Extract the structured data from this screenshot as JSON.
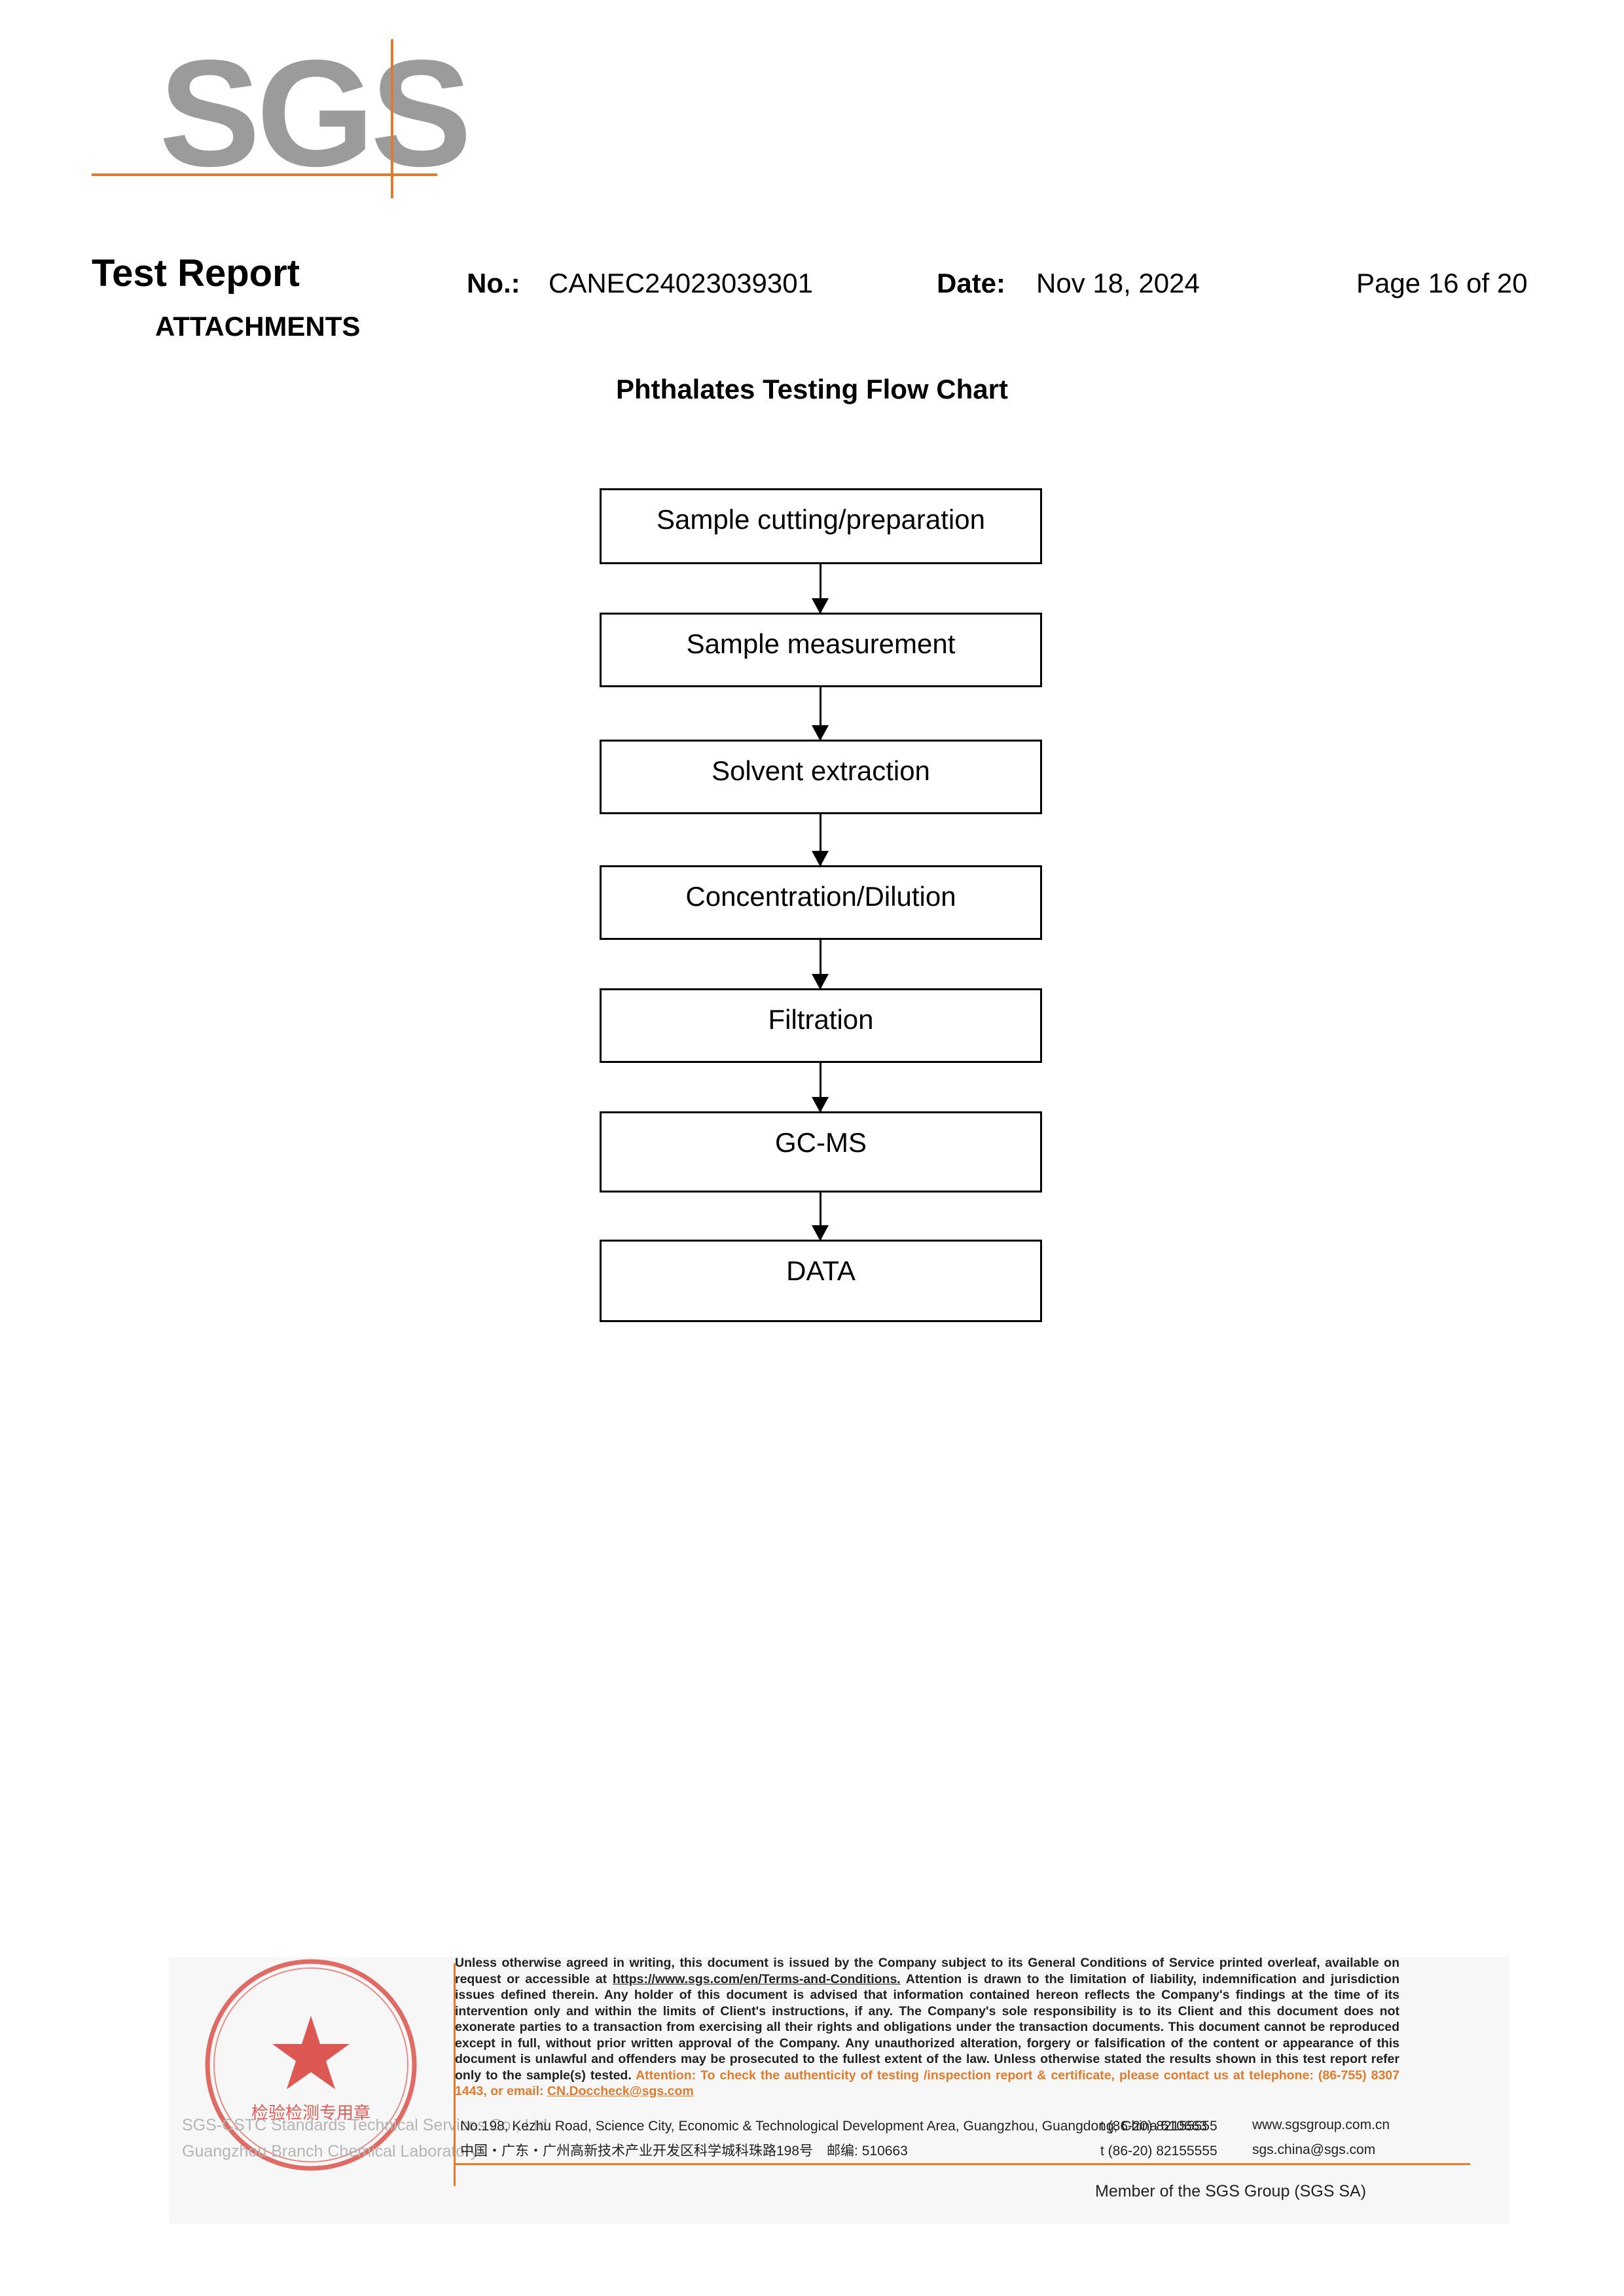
{
  "logo": {
    "text": "SGS",
    "accent_color": "#e07b2c",
    "text_color": "#9b9b9b"
  },
  "header": {
    "title": "Test Report",
    "subtitle": "ATTACHMENTS",
    "no_label": "No.:",
    "report_no": "CANEC24023039301",
    "date_label": "Date:",
    "date": "Nov 18, 2024",
    "page": "Page 16 of 20"
  },
  "chart_title": "Phthalates Testing Flow Chart",
  "flow_steps": [
    "Sample cutting/preparation",
    "Sample measurement",
    "Solvent extraction",
    "Concentration/Dilution",
    "Filtration",
    "GC-MS",
    "DATA"
  ],
  "footer": {
    "seal_text": "检验检测专用章",
    "seal_caption_1": "SGS-CSTC Standards Technical Services Co., Ltd.",
    "seal_caption_2": "Guangzhou Branch Chemical Laboratory.",
    "disclaimer_1": "Unless otherwise agreed in writing, this document is issued by the Company subject to its General Conditions of Service printed overleaf, available on request or accessible at",
    "disclaimer_link": "https://www.sgs.com/en/Terms-and-Conditions.",
    "disclaimer_2": "Attention is drawn to the limitation of liability, indemnification and jurisdiction issues defined therein. Any holder of this document is advised that information contained hereon reflects the Company's findings at the time of its intervention only and within the limits of Client's instructions, if any. The Company's sole responsibility is to its Client and this document does not exonerate parties to a transaction from exercising all their rights and obligations under the transaction documents. This document cannot be reproduced except in full, without prior written approval of the Company. Any unauthorized alteration, forgery or falsification of the content or appearance of this document is unlawful and offenders may be prosecuted to the fullest extent of the law. Unless otherwise stated the results shown in this test report refer only to the sample(s) tested.",
    "attention": "Attention: To check the authenticity of testing /inspection report & certificate, please contact us at telephone: (86-755) 8307 1443, or email:",
    "attention_email": "CN.Doccheck@sgs.com",
    "address_en": "No.198, Kezhu Road, Science City, Economic & Technological Development Area, Guangzhou, Guangdong, China 510663",
    "address_cn": "中国・广东・广州高新技术产业开发区科学城科珠路198号　邮编: 510663",
    "tel_1": "t (86-20) 82155555",
    "tel_2": "t (86-20) 82155555",
    "web_1": "www.sgsgroup.com.cn",
    "web_2": "sgs.china@sgs.com",
    "member": "Member of the SGS Group (SGS SA)"
  }
}
